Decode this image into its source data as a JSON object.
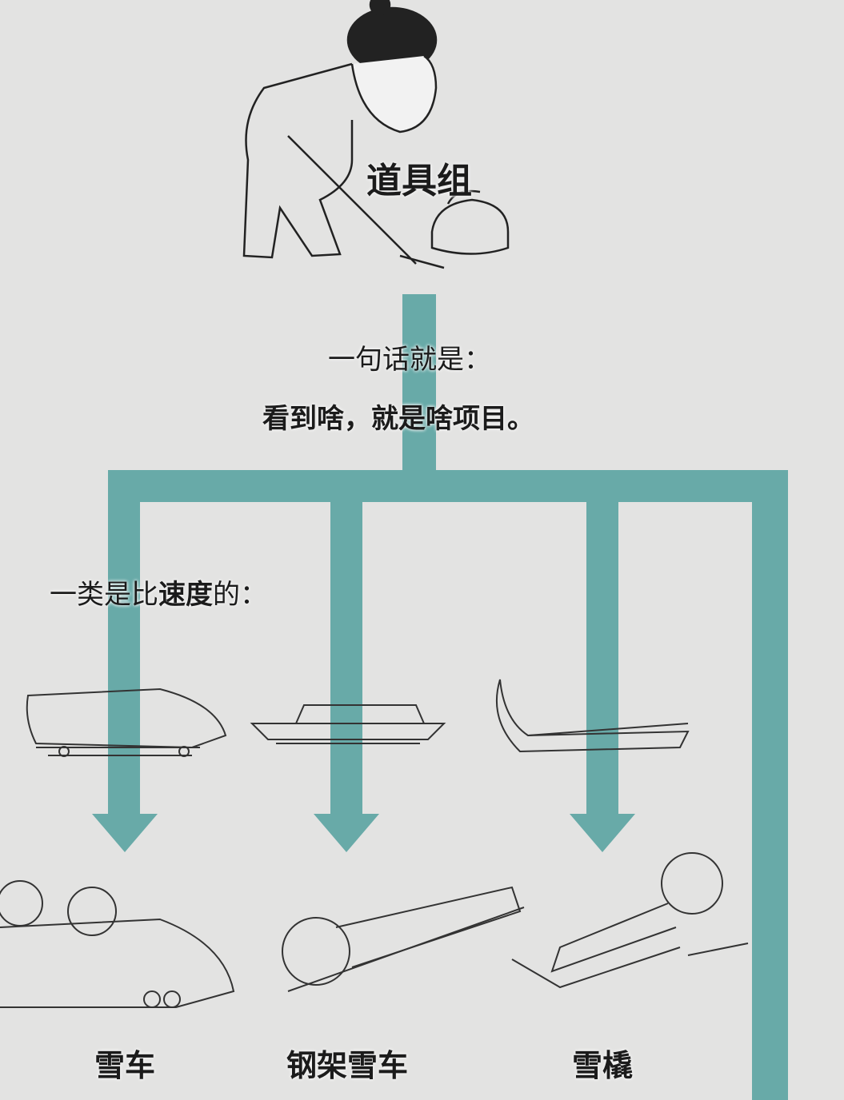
{
  "header": {
    "title": "道具组"
  },
  "summary": {
    "line1": "一句话就是：",
    "line2": "看到啥，就是啥项目。"
  },
  "category": {
    "prefix": "一类是比",
    "emphasis": "速度",
    "suffix": "的："
  },
  "sports": [
    {
      "label": "雪车"
    },
    {
      "label": "钢架雪车"
    },
    {
      "label": "雪橇"
    }
  ],
  "colors": {
    "teal": "#68aaa8",
    "background": "#e3e3e2",
    "text": "#1b1b1b"
  }
}
